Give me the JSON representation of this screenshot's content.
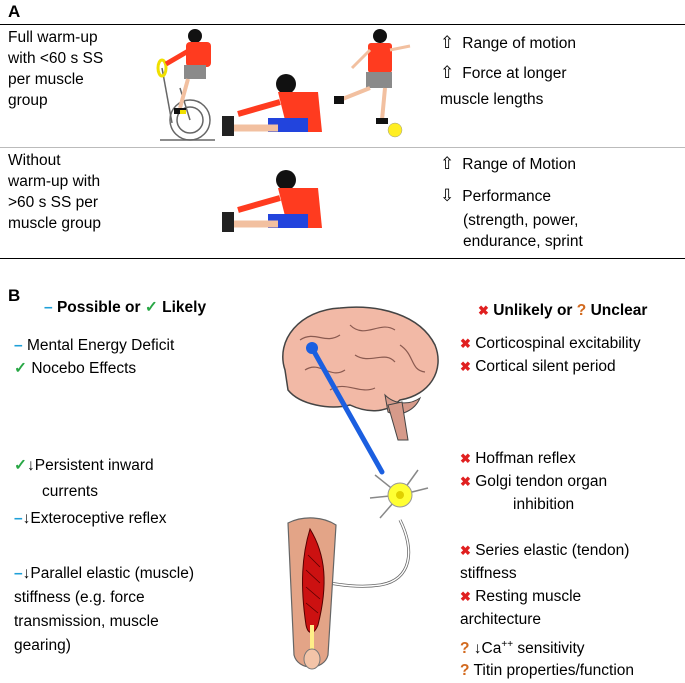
{
  "panel_a": {
    "letter": "A",
    "row1": {
      "label_lines": [
        "Full warm-up",
        "with <60 s SS",
        "per muscle",
        "group"
      ],
      "effect1": "Range of motion",
      "effect2_line1": "Force at longer",
      "effect2_line2": "muscle lengths"
    },
    "row2": {
      "label_lines": [
        "Without",
        "warm-up with",
        ">60 s SS per",
        "muscle group"
      ],
      "effect1": "Range of Motion",
      "effect2": "Performance",
      "effect2_detail_line1": "(strength, power,",
      "effect2_detail_line2": "endurance, sprint"
    },
    "up_arrow": "⇧",
    "down_arrow": "⇩"
  },
  "panel_b": {
    "letter": "B",
    "left_heading": {
      "dash": "–",
      "possible": "Possible or",
      "check": "✓",
      "likely": "Likely"
    },
    "right_heading": {
      "cross": "✖",
      "unlikely": "Unlikely or",
      "q": "?",
      "unclear": "Unclear"
    },
    "left_items": {
      "mental": {
        "mark": "–",
        "text": "Mental Energy Deficit"
      },
      "nocebo": {
        "mark": "✓",
        "text": "Nocebo Effects"
      },
      "pic": {
        "mark": "✓",
        "text_line1": "↓Persistent inward",
        "text_line2": "currents"
      },
      "extero": {
        "mark": "–",
        "text": "↓Exteroceptive reflex"
      },
      "parallel": {
        "mark": "–",
        "text_line1": "↓Parallel elastic (muscle)",
        "text_line2": "stiffness (e.g. force",
        "text_line3": "transmission, muscle",
        "text_line4": "gearing)"
      }
    },
    "right_items": {
      "cortico": {
        "mark": "✖",
        "text": "Corticospinal excitability"
      },
      "silent": {
        "mark": "✖",
        "text": "Cortical silent period"
      },
      "hoffman": {
        "mark": "✖",
        "text": "Hoffman reflex"
      },
      "golgi": {
        "mark": "✖",
        "text_line1": "Golgi tendon organ",
        "text_line2": "inhibition"
      },
      "series": {
        "mark": "✖",
        "text_line1": "Series elastic (tendon)",
        "text_line2": "stiffness"
      },
      "resting": {
        "mark": "✖",
        "text_line1": "Resting muscle",
        "text_line2": "architecture"
      },
      "calcium": {
        "mark": "?",
        "text_prefix": "↓Ca",
        "text_sup": "++",
        "text_suffix": " sensitivity"
      },
      "titin": {
        "mark": "?",
        "text": "Titin properties/function"
      }
    }
  },
  "colors": {
    "shirt": "#ff3b1f",
    "shorts_gray": "#8a8a8a",
    "shorts_blue": "#2244dd",
    "ball": "#ffee22",
    "brain": "#f2b9a6",
    "nerve_blue": "#1b5fe0",
    "neuron": "#ffff33",
    "leg": "#e3a487",
    "muscle": "#cc1111"
  }
}
